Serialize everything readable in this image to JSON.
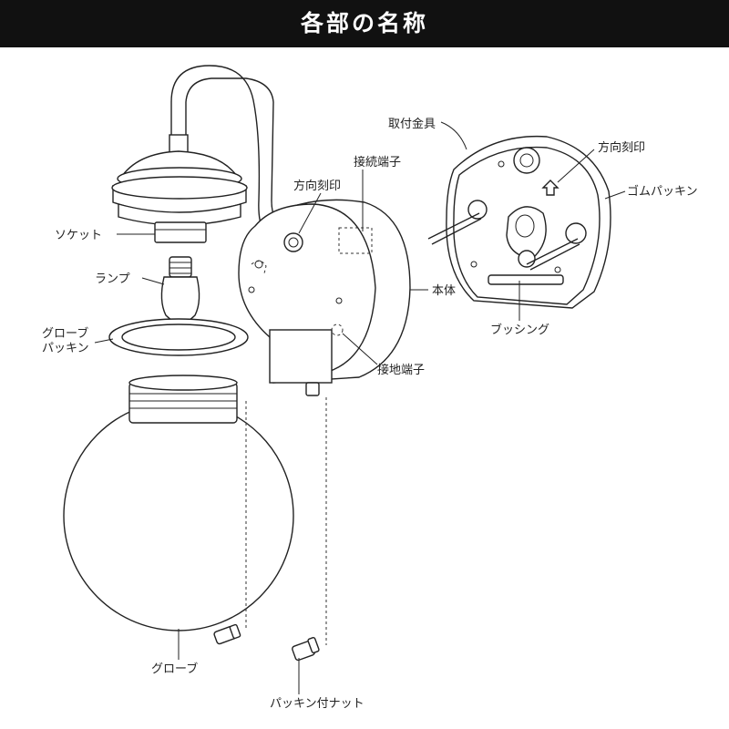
{
  "title": "各部の名称",
  "colors": {
    "header_bg": "#111111",
    "header_text": "#ffffff",
    "line": "#222222"
  },
  "labels": {
    "socket": "ソケット",
    "lamp": "ランプ",
    "globe_packing_1": "グローブ",
    "globe_packing_2": "パッキン",
    "globe": "グローブ",
    "packing_nut": "パッキン付ナット",
    "direction_mark_body": "方向刻印",
    "connection_terminal": "接続端子",
    "body": "本体",
    "ground_terminal": "接地端子",
    "mounting_bracket": "取付金具",
    "direction_mark_bracket": "方向刻印",
    "rubber_packing": "ゴムパッキン",
    "bushing": "ブッシング"
  }
}
